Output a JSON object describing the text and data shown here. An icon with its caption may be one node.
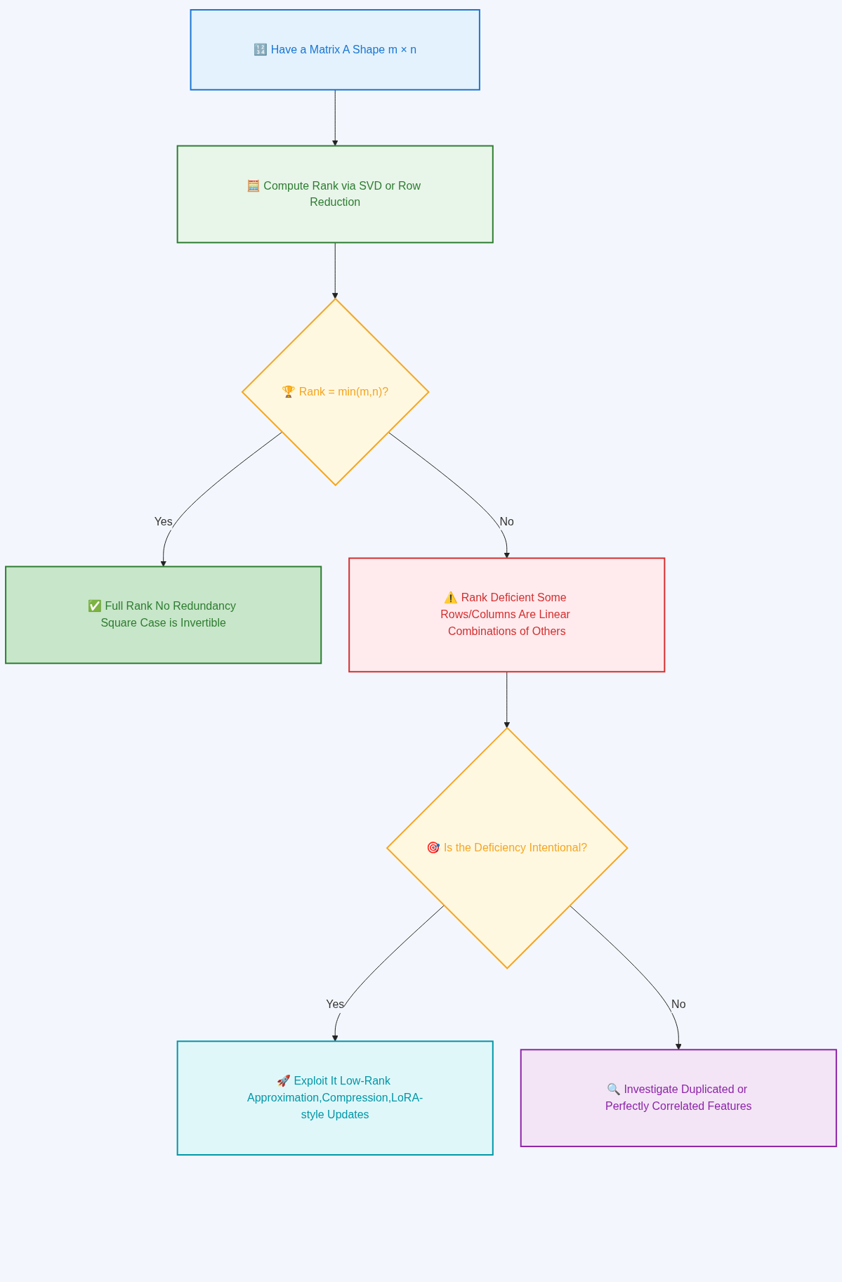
{
  "diagram": {
    "nodes": [
      {
        "text": [
          "🔢 Have a Matrix A Shape m × n"
        ]
      },
      {
        "text": [
          "🧮 Compute Rank via SVD or Row Reduction"
        ]
      },
      {
        "text": [
          "🏆 Rank = min(m,n)?"
        ]
      },
      {
        "text": [
          "✅ Full Rank No Redundancy Square Case is Invertible"
        ]
      },
      {
        "text": [
          "⚠️ Rank Deficient Some Rows/Columns Are Linear Combinations of Others"
        ]
      },
      {
        "text": [
          "🎯 Is the Deficiency Intentional?"
        ]
      },
      {
        "text": [
          "🚀 Exploit It Low-Rank Approximation,Compression,LoRA-style Updates"
        ]
      },
      {
        "text": [
          "🔍 Investigate Duplicated or Perfectly Correlated Features"
        ]
      }
    ],
    "edges": [
      {
        "from": 0,
        "to": 1,
        "arrow": "to"
      },
      {
        "from": 1,
        "to": 2,
        "arrow": "to"
      },
      {
        "from": 2,
        "to": 3,
        "arrow": "to",
        "label": "Yes"
      },
      {
        "from": 2,
        "to": 4,
        "arrow": "to",
        "label": "No"
      },
      {
        "from": 4,
        "to": 5,
        "arrow": "to"
      },
      {
        "from": 5,
        "to": 6,
        "arrow": "to",
        "label": "Yes"
      },
      {
        "from": 5,
        "to": 7,
        "arrow": "to",
        "label": "No"
      }
    ]
  }
}
